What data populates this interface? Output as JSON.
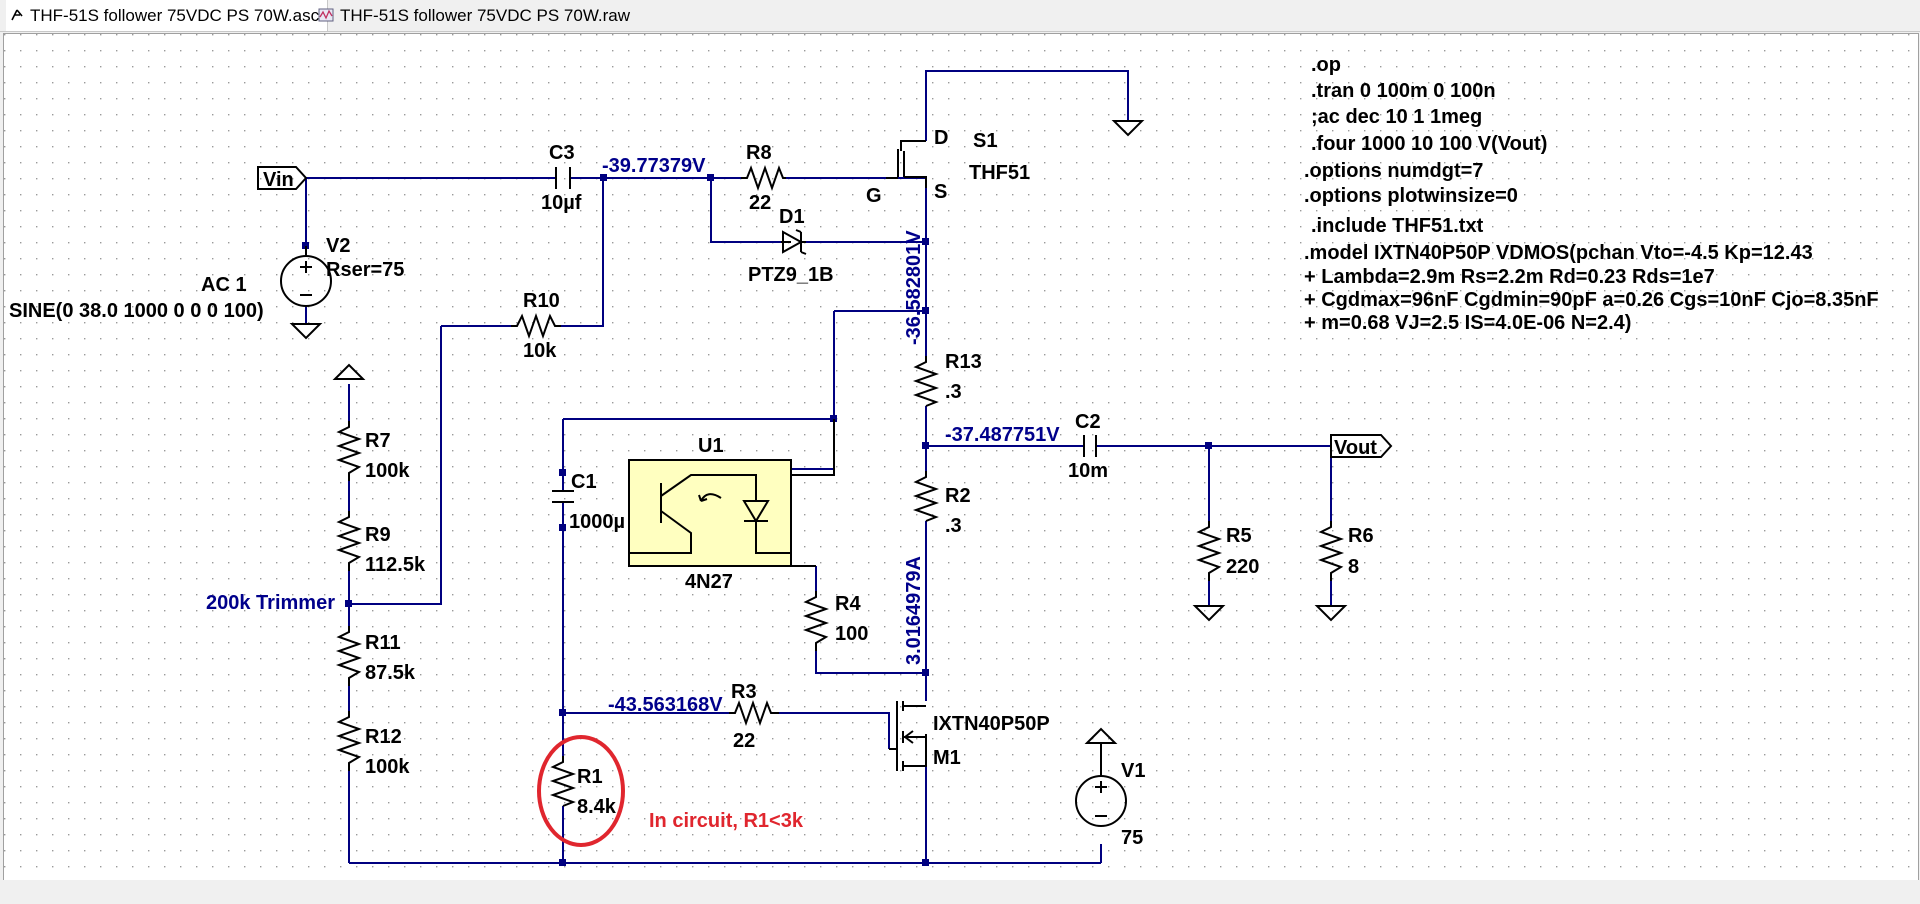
{
  "tabs": [
    {
      "label": "THF-51S follower 75VDC PS 70W.asc",
      "icon": "schematic-icon",
      "active": true
    },
    {
      "label": "THF-51S follower 75VDC PS 70W.raw",
      "icon": "waveform-icon",
      "active": false
    }
  ],
  "colors": {
    "wire": "#000080",
    "node_label": "#00008b",
    "annotation": "#e0262e",
    "opto_fill": "#ffffc0"
  },
  "directives": [
    ".op",
    ".tran 0 100m 0 100n",
    ";ac dec 10 1 1meg",
    ".four 1000 10 100 V(Vout)",
    ".options numdgt=7",
    ".options plotwinsize=0",
    ".include THF51.txt",
    ".model IXTN40P50P VDMOS(pchan Vto=-4.5 Kp=12.43",
    "+ Lambda=2.9m Rs=2.2m Rd=0.23 Rds=1e7",
    "+ Cgdmax=96nF Cgdmin=90pF a=0.26 Cgs=10nF Cjo=8.35nF",
    "+ m=0.68 VJ=2.5 IS=4.0E-06 N=2.4)"
  ],
  "ports": {
    "vin": "Vin",
    "vout": "Vout"
  },
  "components": {
    "c3": {
      "name": "C3",
      "value": "10µf"
    },
    "r8": {
      "name": "R8",
      "value": "22"
    },
    "d1": {
      "name": "D1",
      "value": "PTZ9_1B"
    },
    "s1": {
      "name": "S1",
      "value": "THF51",
      "pin_d": "D",
      "pin_g": "G",
      "pin_s": "S"
    },
    "v2": {
      "name": "V2",
      "value": "Rser=75",
      "ac": "AC 1",
      "source": "SINE(0 38.0 1000 0 0 0 100)"
    },
    "r10": {
      "name": "R10",
      "value": "10k"
    },
    "r7": {
      "name": "R7",
      "value": "100k"
    },
    "r9": {
      "name": "R9",
      "value": "112.5k"
    },
    "r11": {
      "name": "R11",
      "value": "87.5k"
    },
    "r12": {
      "name": "R12",
      "value": "100k"
    },
    "r13": {
      "name": "R13",
      "value": ".3"
    },
    "r2": {
      "name": "R2",
      "value": ".3"
    },
    "c2": {
      "name": "C2",
      "value": "10m"
    },
    "r5": {
      "name": "R5",
      "value": "220"
    },
    "r6": {
      "name": "R6",
      "value": "8"
    },
    "c1": {
      "name": "C1",
      "value": "1000µ"
    },
    "u1": {
      "name": "U1",
      "value": "4N27"
    },
    "r4": {
      "name": "R4",
      "value": "100"
    },
    "r3": {
      "name": "R3",
      "value": "22"
    },
    "m1": {
      "name": "M1",
      "value": "IXTN40P50P"
    },
    "r1": {
      "name": "R1",
      "value": "8.4k"
    },
    "v1": {
      "name": "V1",
      "value": "75"
    }
  },
  "node_labels": {
    "gate_node": "-39.77379V",
    "source_node": "-36.582801V",
    "out_node": "-37.487751V",
    "current": "3.0164979A",
    "m1_gate_node": "-43.563168V",
    "trimmer": "200k Trimmer"
  },
  "annotation": "In circuit, R1<3k"
}
